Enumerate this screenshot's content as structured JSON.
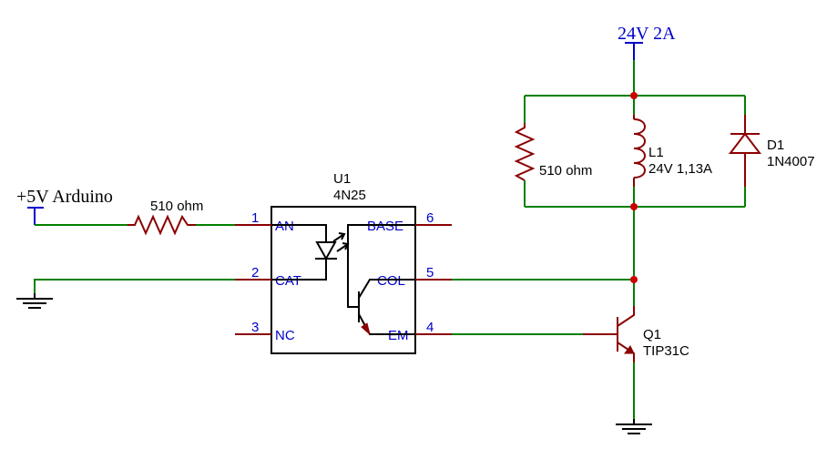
{
  "power": {
    "arduino_label": "+5V Arduino",
    "supply_label": "24V 2A"
  },
  "r_input": {
    "value": "510 ohm"
  },
  "r_parallel": {
    "value": "510 ohm"
  },
  "optocoupler": {
    "ref": "U1",
    "part": "4N25",
    "pins": [
      {
        "num": "1",
        "name": "AN"
      },
      {
        "num": "2",
        "name": "CAT"
      },
      {
        "num": "3",
        "name": "NC"
      },
      {
        "num": "4",
        "name": "EM"
      },
      {
        "num": "5",
        "name": "COL"
      },
      {
        "num": "6",
        "name": "BASE"
      }
    ]
  },
  "inductor": {
    "ref": "L1",
    "value": "24V 1,13A"
  },
  "diode": {
    "ref": "D1",
    "part": "1N4007"
  },
  "transistor": {
    "ref": "Q1",
    "part": "TIP31C"
  },
  "colors": {
    "wire": "#008000",
    "component": "#8b0000",
    "pin_text": "#0000cc",
    "junction": "#cc0000"
  }
}
